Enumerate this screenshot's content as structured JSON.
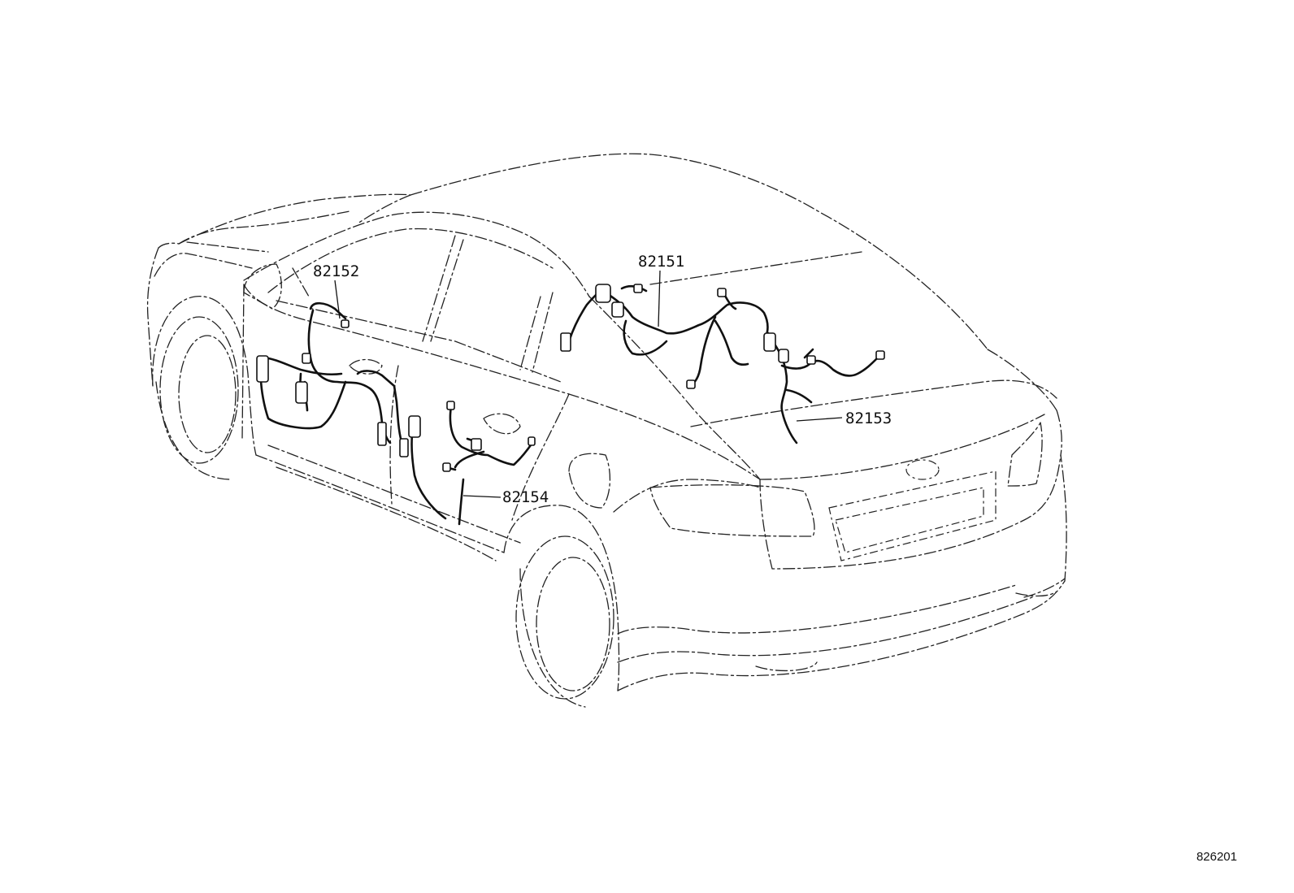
{
  "diagram": {
    "parts": [
      {
        "number": "82151"
      },
      {
        "number": "82152"
      },
      {
        "number": "82153"
      },
      {
        "number": "82154"
      }
    ],
    "diagram_id": "826201"
  }
}
